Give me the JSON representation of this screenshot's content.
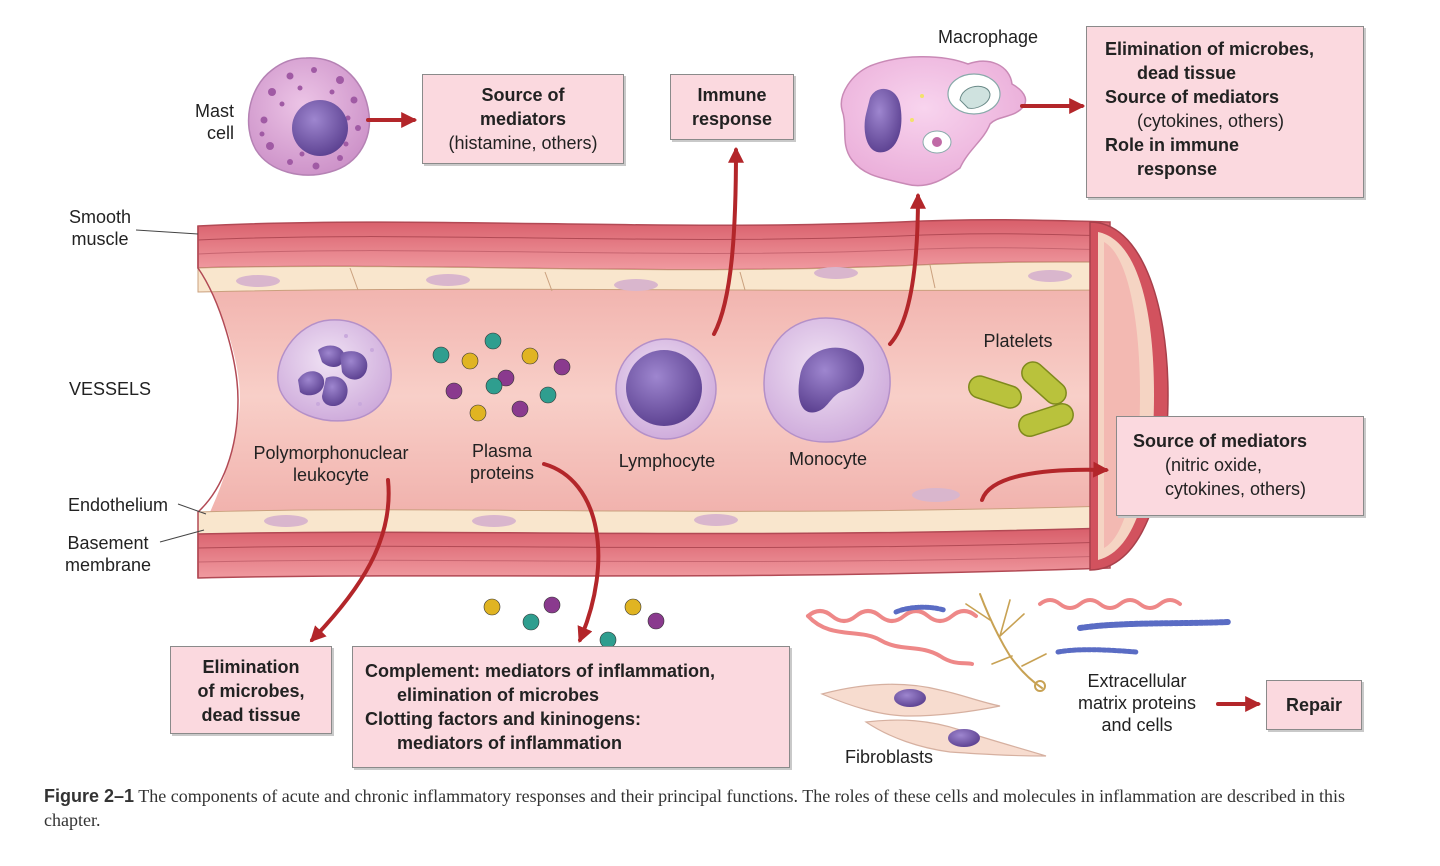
{
  "labels": {
    "mast_cell": [
      "Mast",
      "cell"
    ],
    "macrophage": "Macrophage",
    "smooth_muscle": [
      "Smooth",
      "muscle"
    ],
    "vessels": "VESSELS",
    "platelets": "Platelets",
    "pmn": [
      "Polymorphonuclear",
      "leukocyte"
    ],
    "plasma_proteins": [
      "Plasma",
      "proteins"
    ],
    "lymphocyte": "Lymphocyte",
    "monocyte": "Monocyte",
    "endothelium": "Endothelium",
    "basement_membrane": [
      "Basement",
      "membrane"
    ],
    "extracellular": [
      "Extracellular",
      "matrix proteins",
      "and cells"
    ],
    "fibroblasts": "Fibroblasts"
  },
  "boxes": {
    "mast_mediators": {
      "lines": [
        "Source of",
        "mediators"
      ],
      "note": "(histamine, others)"
    },
    "immune_response": {
      "lines": [
        "Immune",
        "response"
      ]
    },
    "macrophage_roles": {
      "l1": "Elimination of microbes,",
      "l2": "dead tissue",
      "l3": "Source of mediators",
      "l4": "(cytokines, others)",
      "l5": "Role in immune",
      "l6": "response"
    },
    "endothelium_mediators": {
      "title": "Source of mediators",
      "l1": "(nitric oxide,",
      "l2": "cytokines, others)"
    },
    "pmn_elimination": {
      "lines": [
        "Elimination",
        "of microbes,",
        "dead tissue"
      ]
    },
    "complement": {
      "l1": "Complement: mediators of inflammation,",
      "l2": "elimination of microbes",
      "l3": "Clotting factors and kininogens:",
      "l4": "mediators of inflammation"
    },
    "repair": "Repair"
  },
  "caption": {
    "figure": "Figure 2–1",
    "text": "The components of acute and chronic inflammatory responses and their principal functions. The roles of these cells and molecules in inflammation are described in this chapter."
  },
  "colors": {
    "arrow": "#b3262a",
    "box_fill": "#fbd9df",
    "vessel_wall": "#e8828a",
    "vessel_lumen": "#f4b8b4",
    "endothelium": "#f8e6cf",
    "cell_purple": "#7d5aa8",
    "cytoplasm": "#dcc3e6",
    "platelet": "#b9c23c"
  }
}
